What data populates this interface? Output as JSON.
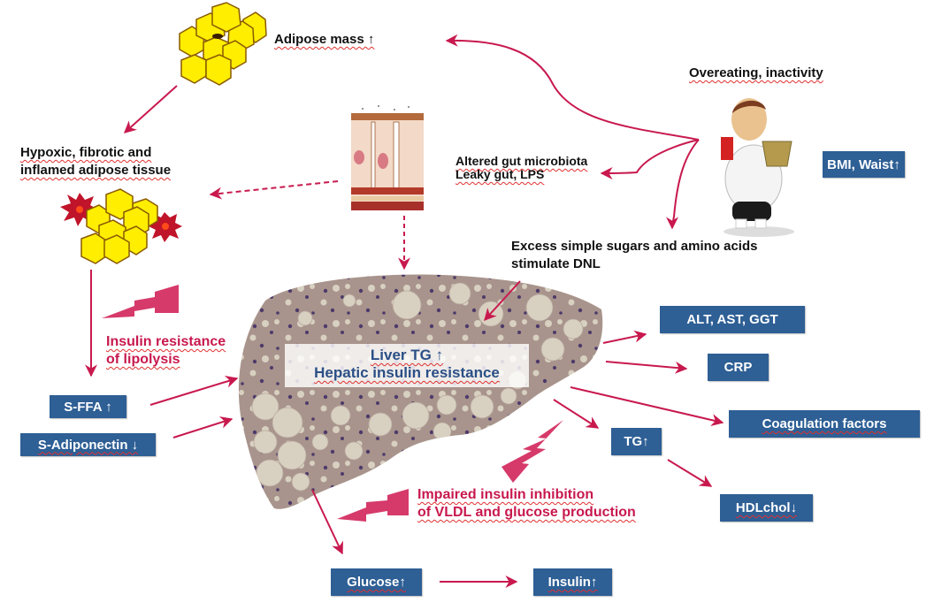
{
  "diagram": {
    "title": "",
    "colors": {
      "arrow": "#c8194e",
      "box_fill": "#2e5f95",
      "box_text": "#ffffff",
      "adipocyte_fill": "#ffee00",
      "adipocyte_stroke": "#8a5a00",
      "inflammation": "#c0142a",
      "liver_tissue": "#a8948c",
      "fat_droplet": "#d8d0c0",
      "liver_label_text": "#2b4f86"
    },
    "labels": {
      "adipose_mass": "Adipose mass ↑",
      "overeating": "Overeating, inactivity",
      "hypoxic_1": "Hypoxic, fibrotic and",
      "hypoxic_2": "inflamed adipose tissue",
      "gut_1": "Altered gut microbiota",
      "gut_2": "Leaky gut, LPS",
      "excess_1": "Excess simple sugars and amino acids",
      "excess_2": "stimulate DNL",
      "ir_lipolysis_1": "Insulin resistance",
      "ir_lipolysis_2": "of lipolysis",
      "impaired_1": "Impaired insulin inhibition",
      "impaired_2": "of VLDL and glucose production",
      "liver_1": "Liver TG ↑",
      "liver_2": "Hepatic insulin resistance"
    },
    "boxes": {
      "bmi": "BMI, Waist↑",
      "alt": "ALT, AST, GGT",
      "crp": "CRP",
      "coag": "Coagulation factors",
      "tg": "TG↑",
      "hdl": "HDLchol↓",
      "sffa": "S-FFA ↑",
      "sadipo": "S-Adiponectin ↓",
      "glucose": "Glucose↑",
      "insulin": "Insulin↑"
    },
    "illustrations": [
      "adipocyte-cluster",
      "inflamed-adipocyte-cluster",
      "gut-epithelium",
      "overeating-person",
      "steatotic-liver-histology"
    ],
    "edges": [
      {
        "from": "overeating",
        "to": "adipose_mass",
        "style": "solid"
      },
      {
        "from": "overeating",
        "to": "gut",
        "style": "solid"
      },
      {
        "from": "overeating",
        "to": "excess_sugars",
        "style": "solid"
      },
      {
        "from": "adipose_mass",
        "to": "inflamed_adipose",
        "style": "solid"
      },
      {
        "from": "gut",
        "to": "inflamed_adipose",
        "style": "dashed"
      },
      {
        "from": "gut",
        "to": "liver",
        "style": "dashed"
      },
      {
        "from": "inflamed_adipose",
        "to": "sffa",
        "style": "solid"
      },
      {
        "from": "sffa",
        "to": "liver",
        "style": "solid"
      },
      {
        "from": "sadipo",
        "to": "liver",
        "style": "solid"
      },
      {
        "from": "excess_sugars",
        "to": "liver",
        "style": "solid"
      },
      {
        "from": "liver",
        "to": "alt",
        "style": "solid"
      },
      {
        "from": "liver",
        "to": "crp",
        "style": "solid"
      },
      {
        "from": "liver",
        "to": "coag",
        "style": "solid"
      },
      {
        "from": "liver",
        "to": "tg",
        "style": "solid"
      },
      {
        "from": "tg",
        "to": "hdl",
        "style": "solid"
      },
      {
        "from": "liver",
        "to": "glucose",
        "style": "solid"
      },
      {
        "from": "glucose",
        "to": "insulin",
        "style": "solid"
      }
    ]
  }
}
